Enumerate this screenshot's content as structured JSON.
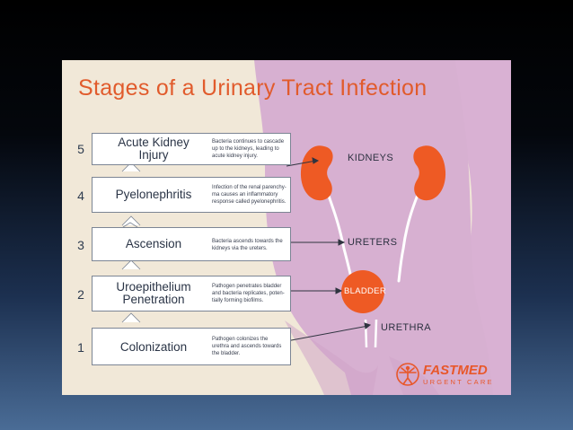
{
  "title": "Stages of a Urinary Tract Infection",
  "stages": [
    {
      "number": "5",
      "name_lines": [
        "Acute Kidney",
        "Injury"
      ],
      "description_lines": [
        "Bacteria continues to cascade",
        "up to the kidneys, leading to",
        "acute kidney injury."
      ]
    },
    {
      "number": "4",
      "name_lines": [
        "Pyelonephritis"
      ],
      "description_lines": [
        "Infection of the renal parenchy-",
        "ma causes an inflammatory",
        "response called pyelonephritis."
      ]
    },
    {
      "number": "3",
      "name_lines": [
        "Ascension"
      ],
      "description_lines": [
        "Bacteria ascends towards the",
        "kidneys via the ureters."
      ]
    },
    {
      "number": "2",
      "name_lines": [
        "Uroepithelium",
        "Penetration"
      ],
      "description_lines": [
        "Pathogen penetrates bladder",
        "and bacteria replicates, poten-",
        "tially forming biofilms."
      ]
    },
    {
      "number": "1",
      "name_lines": [
        "Colonization"
      ],
      "description_lines": [
        "Pathogen colonizes the",
        "urethra and ascends towards",
        "the bladder."
      ]
    }
  ],
  "organs": {
    "kidneys": "KIDNEYS",
    "ureters": "URETERS",
    "bladder": "BLADDER",
    "urethra": "URETHRA"
  },
  "logo": {
    "name": "FASTMED",
    "tagline": "URGENT CARE",
    "icon": "vitruvian-figure-icon"
  },
  "colors": {
    "title": "#e15b2c",
    "organ": "#ee5a24",
    "body_silhouette": "#d9b1d3",
    "slide_background": "#f1e8d8",
    "box_border": "#7c8594"
  }
}
